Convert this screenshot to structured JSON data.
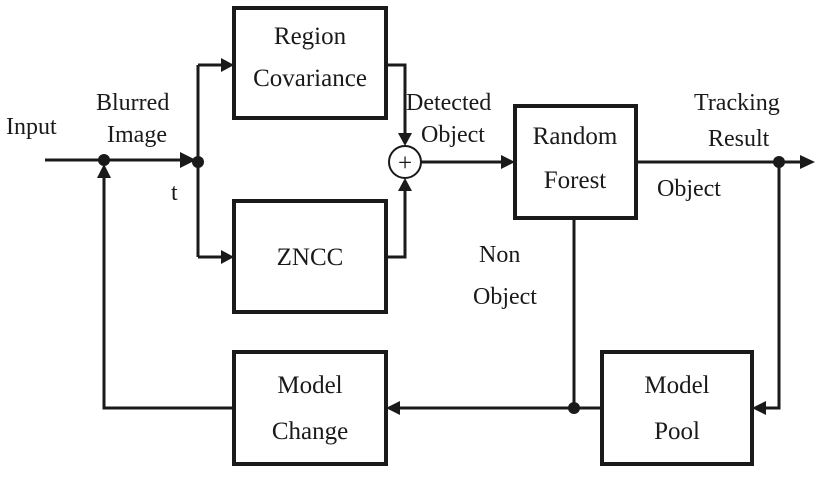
{
  "labels": {
    "input": "Input",
    "blurred_line1": "Blurred",
    "blurred_line2": "Image",
    "t": "t",
    "detected_line1": "Detected",
    "detected_line2": "Object",
    "tracking_line1": "Tracking",
    "tracking_line2": "Result",
    "object": "Object",
    "non_object_line1": "Non",
    "non_object_line2": "Object"
  },
  "blocks": {
    "region_covariance": {
      "line1": "Region",
      "line2": "Covariance"
    },
    "zncc": {
      "line1": "ZNCC"
    },
    "random_forest": {
      "line1": "Random",
      "line2": "Forest"
    },
    "model_change": {
      "line1": "Model",
      "line2": "Change"
    },
    "model_pool": {
      "line1": "Model",
      "line2": "Pool"
    }
  },
  "summing_junction": {
    "symbol": "+"
  }
}
